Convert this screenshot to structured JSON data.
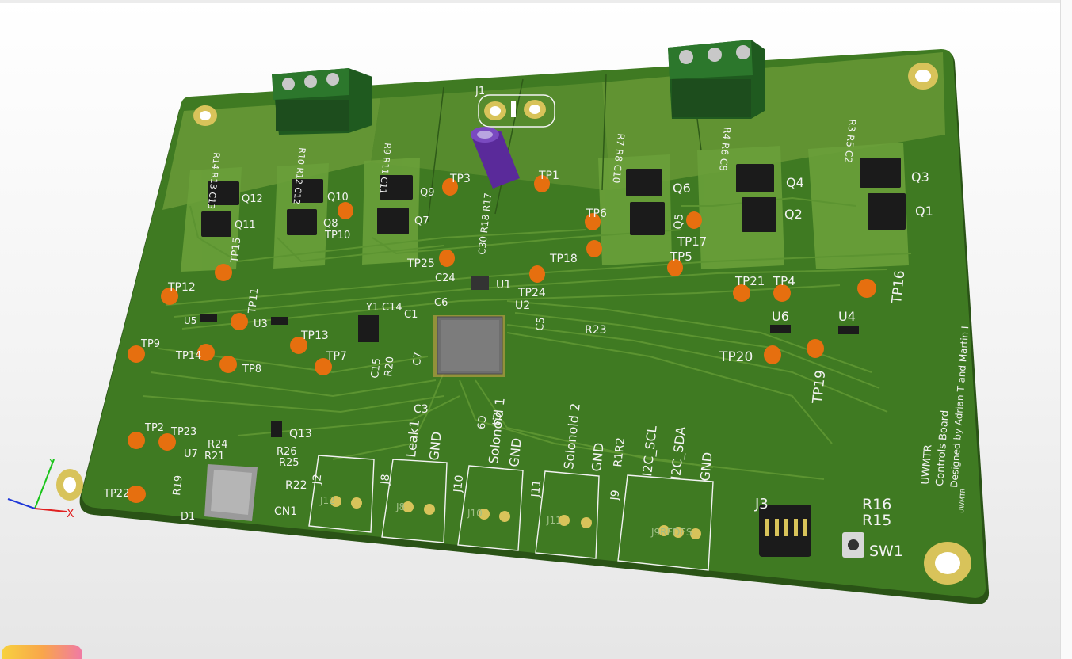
{
  "board": {
    "silk_title": [
      "UWMTR",
      "Controls Board",
      "Designed by Adrian T and Martin I"
    ],
    "logo_text": "UWMTR"
  },
  "refs": {
    "j1": "J1",
    "u1": "U1",
    "u2": "U2",
    "u3": "U3",
    "u4": "U4",
    "u5": "U5",
    "u6": "U6",
    "u7": "U7",
    "q1": "Q1",
    "q2": "Q2",
    "q3": "Q3",
    "q4": "Q4",
    "q5": "Q5",
    "q6": "Q6",
    "q7": "Q7",
    "q8": "Q8",
    "q9": "Q9",
    "q10": "Q10",
    "q11": "Q11",
    "q12": "Q12",
    "q13": "Q13",
    "tp1": "TP1",
    "tp2": "TP2",
    "tp3": "TP3",
    "tp4": "TP4",
    "tp5": "TP5",
    "tp6": "TP6",
    "tp7": "TP7",
    "tp8": "TP8",
    "tp9": "TP9",
    "tp10": "TP10",
    "tp11": "TP11",
    "tp12": "TP12",
    "tp13": "TP13",
    "tp14": "TP14",
    "tp15": "TP15",
    "tp16": "TP16",
    "tp17": "TP17",
    "tp18": "TP18",
    "tp19": "TP19",
    "tp20": "TP20",
    "tp21": "TP21",
    "tp22": "TP22",
    "tp23": "TP23",
    "tp24": "TP24",
    "tp25": "TP25",
    "r15": "R15",
    "r16": "R16",
    "r19": "R19",
    "r21": "R21",
    "r22": "R22",
    "r23": "R23",
    "r24": "R24",
    "r25": "R25",
    "r26": "R26",
    "r1r2": "R1R2",
    "r3r5c2": "R3 R5 C2",
    "r4r6c8": "R4 R6 C8",
    "r7r8c10": "R7 R8 C10",
    "r9r11c11": "R9 R11 C11",
    "r10r12c12": "R10 R12 C12",
    "r14r13c13": "R14 R13 C13",
    "c30r18r17": "C30 R18 R17",
    "c1": "C1",
    "c3": "C3",
    "c5": "C5",
    "c6": "C6",
    "c7": "C7",
    "c9": "C9",
    "c4": "C4",
    "c14": "C14",
    "c15": "C15",
    "c24": "C24",
    "r20": "R20",
    "y1": "Y1",
    "d1": "D1",
    "cn1": "CN1",
    "j2": "J2",
    "j3": "J3",
    "j8": "J8",
    "j9": "J9",
    "j10": "J10",
    "j11": "J11",
    "sw1": "SW1"
  },
  "connectors": {
    "leak": "Leak1",
    "gnd": "GND",
    "solonoid1": "Solonoid 1",
    "solonoid2": "Solonoid 2",
    "i2c_scl": "I2C_SCL",
    "i2c_sda": "I2C_SDA",
    "j12_hidden": "J12",
    "j8_hidden": "J8",
    "j10_hidden": "J10",
    "j11_hidden": "J11",
    "j9_hidden": "J9REDES"
  },
  "axes": {
    "x": "X",
    "y": "Y"
  },
  "colors": {
    "pcb_green": "#3f7a22",
    "pcb_light": "#6a9a37",
    "silk": "#f3f3f3",
    "pad_gold": "#d8c35a",
    "testpoint": "#e66f0f",
    "chip_black": "#1b1b1b",
    "terminal_green": "#1f5a1f",
    "capacitor_purple": "#5a2a9a"
  }
}
